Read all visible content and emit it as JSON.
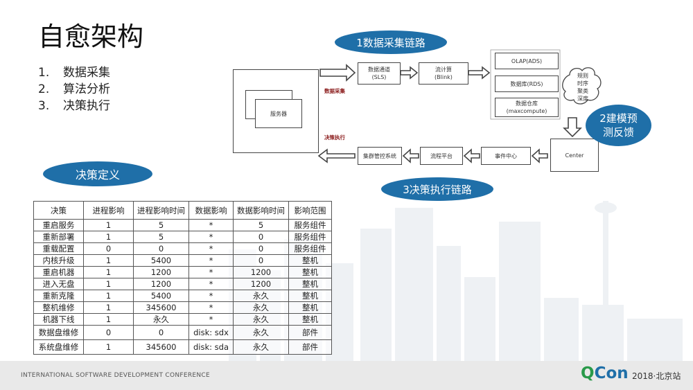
{
  "title": "自愈架构",
  "agenda": [
    {
      "num": "1.",
      "text": "数据采集"
    },
    {
      "num": "2.",
      "text": "算法分析"
    },
    {
      "num": "3.",
      "text": "决策执行"
    }
  ],
  "bubbles": {
    "collect": "1数据采集链路",
    "model_line1": "2建模预",
    "model_line2": "测反馈",
    "execute": "3决策执行链路",
    "decision": "决策定义"
  },
  "diagram": {
    "server": "服务器",
    "label_collect": "数据采集",
    "label_execute": "决策执行",
    "sls_line1": "数据通道",
    "sls_line2": "(SLS)",
    "blink_line1": "流计算",
    "blink_line2": "(Blink)",
    "olap": "OLAP(ADS)",
    "rds": "数据库(RDS)",
    "warehouse_line1": "数据仓库",
    "warehouse_line2": "(maxcompute)",
    "cloud": [
      "规则",
      "时序",
      "聚类",
      "深度"
    ],
    "center": "Center",
    "event_center": "事件中心",
    "flow_platform": "流程平台",
    "cluster_mgmt": "集群管控系统"
  },
  "table": {
    "headers": [
      "决策",
      "进程影响",
      "进程影响时间",
      "数据影响",
      "数据影响时间",
      "影响范围"
    ],
    "rows": [
      [
        "重启服务",
        "1",
        "5",
        "*",
        "5",
        "服务组件"
      ],
      [
        "重新部署",
        "1",
        "5",
        "*",
        "0",
        "服务组件"
      ],
      [
        "重载配置",
        "0",
        "0",
        "*",
        "0",
        "服务组件"
      ],
      [
        "内核升级",
        "1",
        "5400",
        "*",
        "0",
        "整机"
      ],
      [
        "重启机器",
        "1",
        "1200",
        "*",
        "1200",
        "整机"
      ],
      [
        "进入无盘",
        "1",
        "1200",
        "*",
        "1200",
        "整机"
      ],
      [
        "重新克隆",
        "1",
        "5400",
        "*",
        "永久",
        "整机"
      ],
      [
        "整机维修",
        "1",
        "345600",
        "*",
        "永久",
        "整机"
      ],
      [
        "机器下线",
        "1",
        "永久",
        "*",
        "永久",
        "整机"
      ],
      [
        "数据盘维修",
        "0",
        "0",
        "disk: sdx",
        "永久",
        "部件"
      ],
      [
        "系统盘维修",
        "1",
        "345600",
        "disk: sda",
        "永久",
        "部件"
      ]
    ]
  },
  "footer": {
    "conference": "INTERNATIONAL SOFTWARE DEVELOPMENT CONFERENCE",
    "brand_q": "Q",
    "brand_con": "Con",
    "event": "2018·北京站"
  },
  "colors": {
    "bubble": "#1f6fa8",
    "label": "#8a1a1a",
    "brand_green": "#2a9a4a"
  }
}
